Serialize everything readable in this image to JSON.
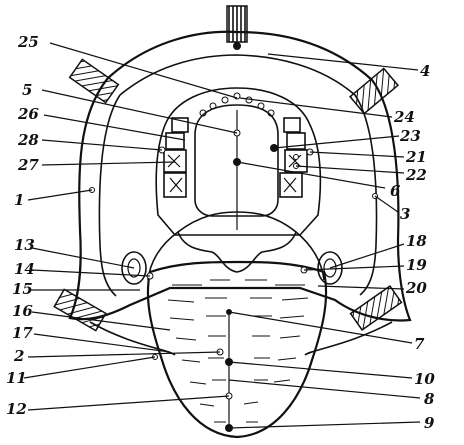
{
  "figure": {
    "labels": {
      "l1": "1",
      "l2": "2",
      "l3": "3",
      "l4": "4",
      "l5": "5",
      "l6": "6",
      "l7": "7",
      "l8": "8",
      "l9": "9",
      "l10": "10",
      "l11": "11",
      "l12": "12",
      "l13": "13",
      "l14": "14",
      "l15": "15",
      "l16": "16",
      "l17": "17",
      "l18": "18",
      "l19": "19",
      "l20": "20",
      "l21": "21",
      "l22": "22",
      "l23": "23",
      "l24": "24",
      "l25": "25",
      "l26": "26",
      "l27": "27",
      "l28": "28"
    }
  }
}
